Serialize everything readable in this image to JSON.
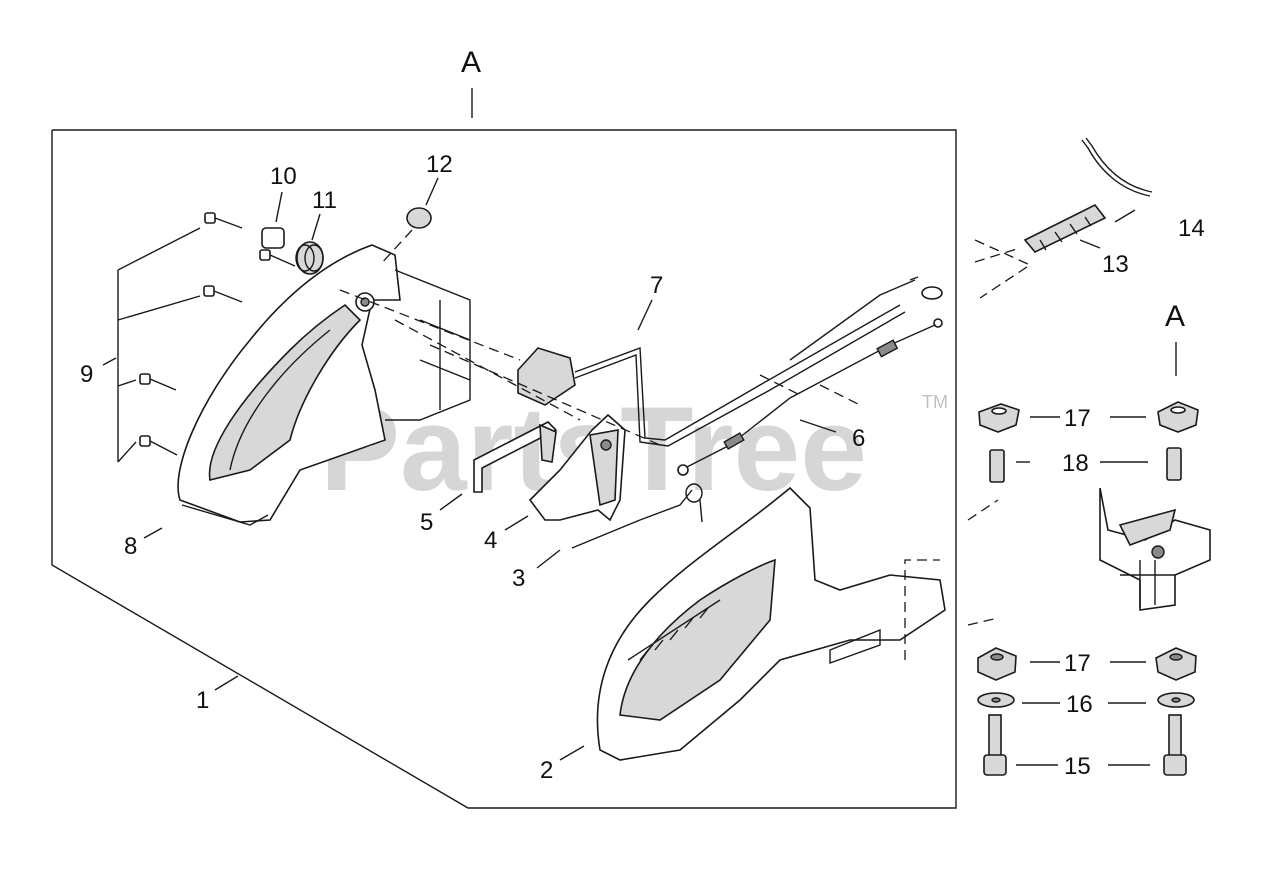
{
  "diagram": {
    "section_labels": [
      "A",
      "A"
    ],
    "callouts": [
      "1",
      "2",
      "3",
      "4",
      "5",
      "6",
      "7",
      "8",
      "9",
      "10",
      "11",
      "12",
      "13",
      "14",
      "15",
      "16",
      "17",
      "17",
      "17",
      "17",
      "18",
      "18",
      "16",
      "15"
    ],
    "watermark": "PartsTree",
    "trademark": "TM",
    "colors": {
      "ink": "#1a1a1a",
      "shade": "#d8d8d8",
      "watermark": "#bdbdbd"
    }
  }
}
